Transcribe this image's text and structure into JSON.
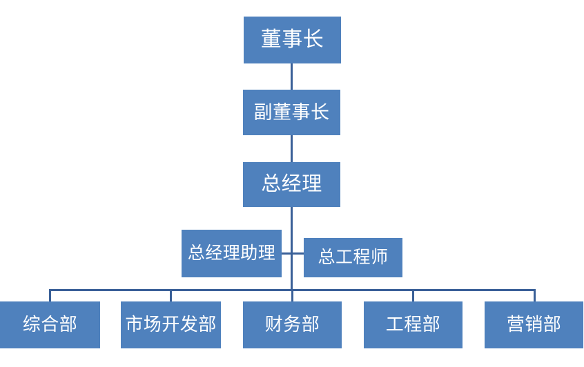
{
  "diagram": {
    "type": "organization-chart",
    "orientation": "top-down",
    "colors": {
      "node_fill": "#4F81BD",
      "node_text": "#FFFFFF",
      "connector": "#3A6098",
      "background": "#FFFFFF"
    }
  },
  "nodes": {
    "chairman": {
      "label": "董事长",
      "tier": 1
    },
    "vice_chairman": {
      "label": "副董事长",
      "tier": 2
    },
    "general_manager": {
      "label": "总经理",
      "tier": 3
    },
    "gm_assistant": {
      "label": "总经理助理",
      "tier": 4
    },
    "chief_engineer": {
      "label": "总工程师",
      "tier": 4
    }
  },
  "departments": [
    {
      "label": "综合部"
    },
    {
      "label": "市场开发部"
    },
    {
      "label": "财务部"
    },
    {
      "label": "工程部"
    },
    {
      "label": "营销部"
    }
  ]
}
